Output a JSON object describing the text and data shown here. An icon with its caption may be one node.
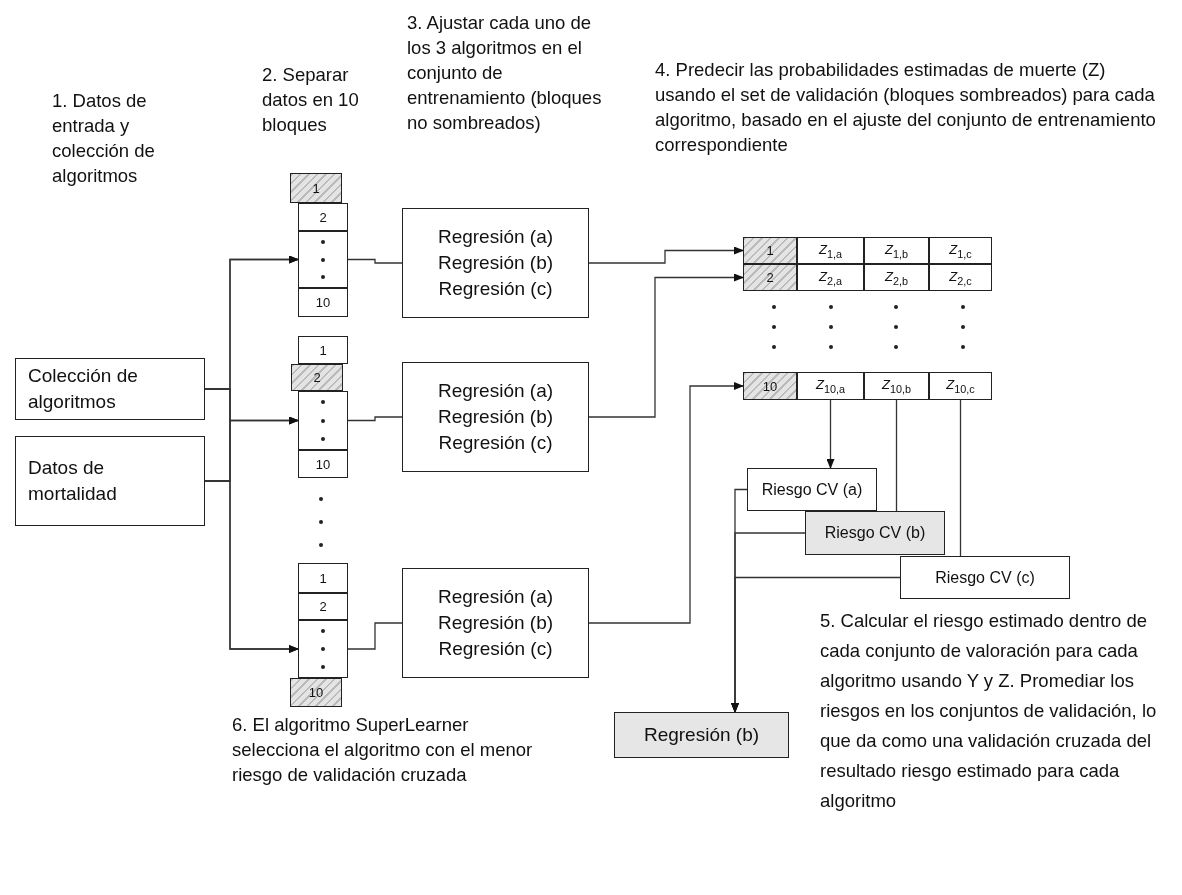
{
  "diagram": {
    "nodes": [
      {
        "text": [
          "Colección de algoritmos"
        ]
      },
      {
        "text": [
          "Datos de mortalidad"
        ]
      },
      {
        "text": [
          "1"
        ]
      },
      {
        "text": [
          "2"
        ]
      },
      {
        "text": [],
        "shape": "box"
      },
      {
        "text": [
          "10"
        ]
      },
      {
        "text": [
          "1"
        ]
      },
      {
        "text": [
          "2"
        ]
      },
      {
        "text": [],
        "shape": "box"
      },
      {
        "text": [
          "10"
        ]
      },
      {
        "text": [
          "1"
        ]
      },
      {
        "text": [
          "2"
        ]
      },
      {
        "text": [],
        "shape": "box"
      },
      {
        "text": [
          "10"
        ]
      },
      {
        "text": [
          "Regresión (a)",
          "Regresión (b)",
          "Regresión (c)"
        ]
      },
      {
        "text": [
          "Regresión (a)",
          "Regresión (b)",
          "Regresión (c)"
        ]
      },
      {
        "text": [
          "Regresión (a)",
          "Regresión (b)",
          "Regresión (c)"
        ]
      },
      {
        "text": [
          "1"
        ]
      },
      {
        "text": [
          "*Z*$_{1,a}$"
        ]
      },
      {
        "text": [
          "*Z*$_{1,b}$"
        ]
      },
      {
        "text": [
          "*Z*$_{1,c}$"
        ]
      },
      {
        "text": [
          "2"
        ]
      },
      {
        "text": [
          "*Z*$_{2,a}$"
        ]
      },
      {
        "text": [
          "*Z*$_{2,b}$"
        ]
      },
      {
        "text": [
          "*Z*$_{2,c}$"
        ]
      },
      {
        "text": [
          "10"
        ]
      },
      {
        "text": [
          "*Z*$_{10,a}$"
        ]
      },
      {
        "text": [
          "*Z*$_{10,b}$"
        ]
      },
      {
        "text": [
          "*Z*$_{10,c}$"
        ]
      },
      {
        "text": [
          "Riesgo CV (a)"
        ]
      },
      {
        "text": [
          "Riesgo CV (b)"
        ]
      },
      {
        "text": [
          "Riesgo CV (c)"
        ]
      },
      {
        "text": [
          "Regresión (b)"
        ]
      }
    ],
    "edges": [
      {
        "from": 0,
        "to": 4,
        "arrow": "to"
      },
      {
        "from": 0,
        "to": 8,
        "arrow": "to"
      },
      {
        "from": 0,
        "to": 12,
        "arrow": "to"
      },
      {
        "from": 1,
        "to": 4,
        "arrow": "to"
      },
      {
        "from": 1,
        "to": 8,
        "arrow": "to"
      },
      {
        "from": 1,
        "to": 12,
        "arrow": "to"
      },
      {
        "from": 4,
        "to": 14,
        "arrow": "none"
      },
      {
        "from": 8,
        "to": 15,
        "arrow": "none"
      },
      {
        "from": 12,
        "to": 16,
        "arrow": "none"
      },
      {
        "from": 14,
        "to": 17,
        "arrow": "to"
      },
      {
        "from": 15,
        "to": 21,
        "arrow": "to"
      },
      {
        "from": 16,
        "to": 25,
        "arrow": "to"
      },
      {
        "from": 26,
        "to": 29,
        "arrow": "to"
      },
      {
        "from": 27,
        "to": 30,
        "arrow": "none"
      },
      {
        "from": 28,
        "to": 31,
        "arrow": "none"
      },
      {
        "from": 29,
        "to": 32,
        "arrow": "to"
      },
      {
        "from": 30,
        "to": 32,
        "arrow": "to"
      },
      {
        "from": 31,
        "to": 32,
        "arrow": "to"
      }
    ],
    "labels": [
      "1. Datos de entrada y colección de algoritmos",
      "2. Separar datos en 10 bloques",
      "3. Ajustar cada uno de los 3 algoritmos en el conjunto de entrenamiento (bloques no sombreados)",
      "4. Predecir las probabilidades estimadas de muerte (Z) usando el set de validación (bloques sombreados) para cada algoritmo, basado en el ajuste del conjunto de entrenamiento correspondiente",
      "5. Calcular el riesgo estimado dentro de cada conjunto de valoración para cada algoritmo usando Y y Z. Promediar los riesgos en los conjuntos de validación, lo que da como una validación cruzada del resultado riesgo estimado para cada algoritmo",
      "6. El algoritmo SuperLearner selecciona el algoritmo con el menor riesgo de validación cruzada"
    ]
  }
}
